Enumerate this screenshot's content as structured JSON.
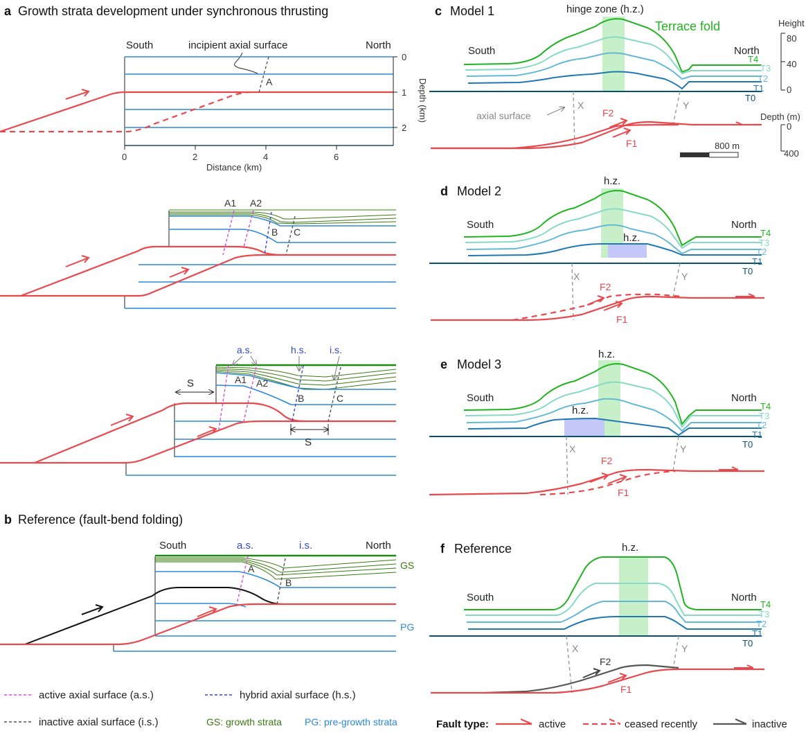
{
  "panel_a": {
    "letter": "a",
    "title": "Growth strata development under synchronous thrusting",
    "south": "South",
    "north": "North",
    "incipient": "incipient axial surface",
    "point_a": "A",
    "depth_axis_label": "Depth (km)",
    "depth_ticks": [
      "0",
      "1",
      "2"
    ],
    "distance_axis_label": "Distance (km)",
    "distance_ticks": [
      "0",
      "2",
      "4",
      "6"
    ],
    "mid_labels": {
      "a1": "A1",
      "a2": "A2",
      "b": "B",
      "c": "C"
    },
    "bot_labels": {
      "as": "a.s.",
      "hs": "h.s.",
      "is": "i.s.",
      "a1": "A1",
      "a2": "A2",
      "b": "B",
      "c": "C",
      "s": "S"
    }
  },
  "panel_b": {
    "letter": "b",
    "title": "Reference (fault-bend folding)",
    "south": "South",
    "north": "North",
    "as": "a.s.",
    "is": "i.s.",
    "a": "A",
    "b": "B",
    "gs": "GS",
    "pg": "PG"
  },
  "legend_left": {
    "active": "active axial surface (a.s.)",
    "hybrid": "hybrid axial surface (h.s.)",
    "inactive": "inactive axial surface (i.s.)",
    "gs": "GS: growth strata",
    "pg": "PG: pre-growth strata"
  },
  "panel_c": {
    "letter": "c",
    "title": "Model 1",
    "hinge": "hinge zone (h.z.)",
    "terrace": "Terrace fold",
    "south": "South",
    "north": "North",
    "height_label": "Height (m)",
    "height_ticks": [
      "80",
      "40",
      "0"
    ],
    "depth_label": "Depth (m)",
    "depth_ticks": [
      "0",
      "400"
    ],
    "scale": "800 m",
    "axial": "axial surface",
    "x": "X",
    "y": "Y",
    "f1": "F1",
    "f2": "F2",
    "terraces": [
      "T4",
      "T3",
      "T2",
      "T1",
      "T0"
    ]
  },
  "panel_d": {
    "letter": "d",
    "title": "Model 2",
    "hz": "h.z.",
    "south": "South",
    "north": "North",
    "x": "X",
    "y": "Y",
    "f1": "F1",
    "f2": "F2",
    "terraces": [
      "T4",
      "T3",
      "T2",
      "T1",
      "T0"
    ]
  },
  "panel_e": {
    "letter": "e",
    "title": "Model 3",
    "hz": "h.z.",
    "south": "South",
    "north": "North",
    "x": "X",
    "y": "Y",
    "f1": "F1",
    "f2": "F2",
    "terraces": [
      "T4",
      "T3",
      "T2",
      "T1",
      "T0"
    ]
  },
  "panel_f": {
    "letter": "f",
    "title": "Reference",
    "hz": "h.z.",
    "south": "South",
    "north": "North",
    "x": "X",
    "y": "Y",
    "f1": "F1",
    "f2": "F2",
    "terraces": [
      "T4",
      "T3",
      "T2",
      "T1",
      "T0"
    ]
  },
  "fault_legend": {
    "title": "Fault type:",
    "active": "active",
    "ceased": "ceased recently",
    "inactive": "inactive"
  },
  "colors": {
    "fault_active": "#e8484b",
    "strata_pre_growth": "#2a8ad8",
    "strata_growth": "#3a7a10",
    "T4": "#1fb31f",
    "T3": "#86d9c4",
    "T2": "#63b8d6",
    "T1": "#1f78b4",
    "T0": "#0a4f74",
    "hinge_zone": "#c8f0c8",
    "hinge_zone_alt": "#c4c8f8"
  }
}
